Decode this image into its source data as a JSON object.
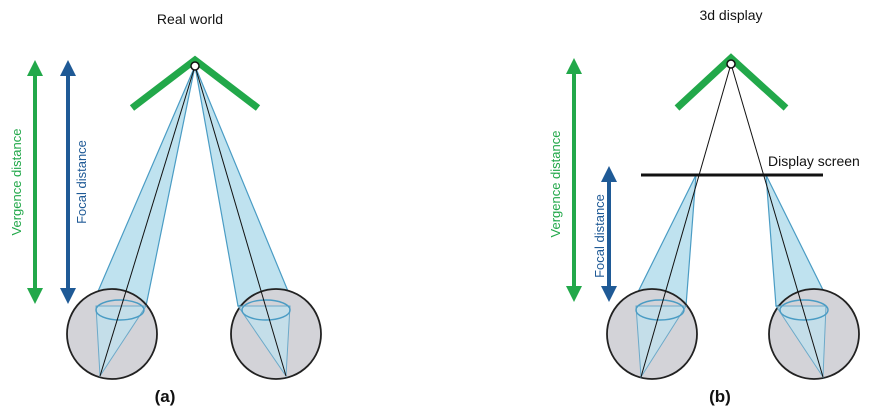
{
  "panels": {
    "a": {
      "title": "Real world",
      "caption": "(a)",
      "vergence_label": "Vergence distance",
      "focal_label": "Focal distance"
    },
    "b": {
      "title": "3d display",
      "caption": "(b)",
      "vergence_label": "Vergence distance",
      "focal_label": "Focal distance",
      "screen_label": "Display screen"
    }
  },
  "colors": {
    "vergence": "#22a84a",
    "focal": "#1f5a96",
    "object": "#22a84a",
    "light_cone": "#bfe2ef",
    "cone_edge": "#4a9cc4",
    "eye_fill": "#d3d3d8",
    "eye_stroke": "#222222"
  }
}
